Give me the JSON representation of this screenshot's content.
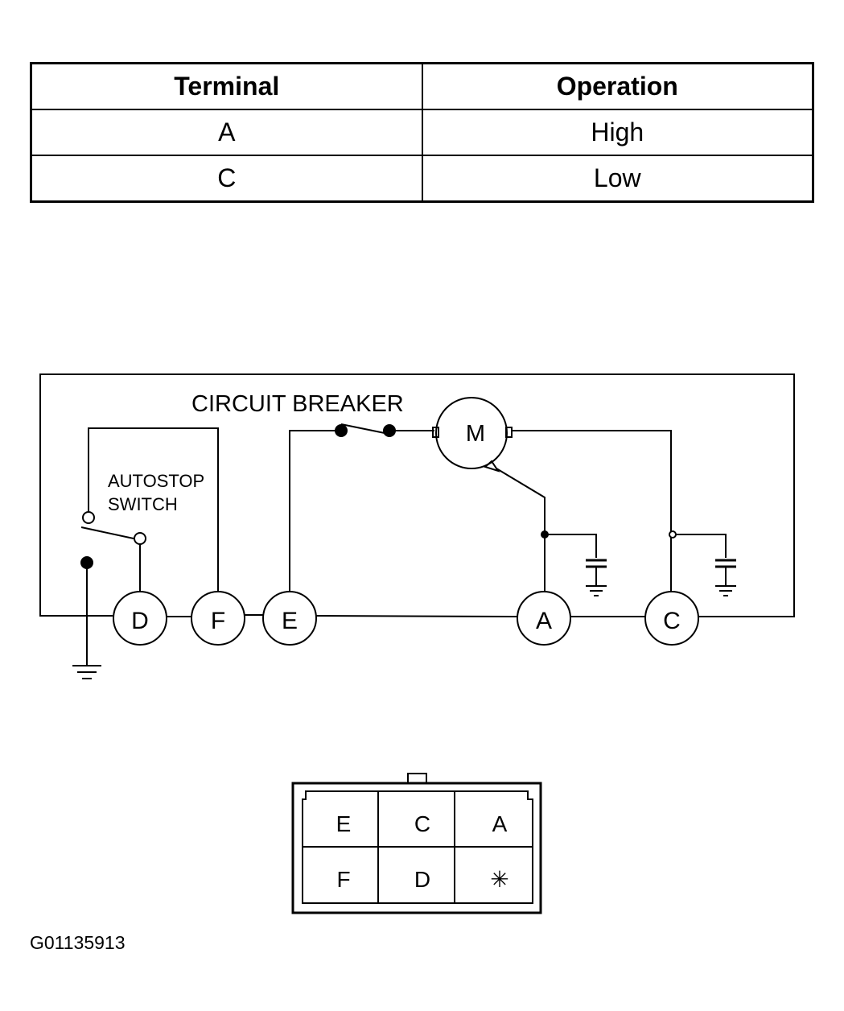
{
  "table": {
    "headers": [
      "Terminal",
      "Operation"
    ],
    "rows": [
      [
        "A",
        "High"
      ],
      [
        "C",
        "Low"
      ]
    ]
  },
  "circuit": {
    "circuit_breaker_label": "CIRCUIT BREAKER",
    "autostop_label_line1": "AUTOSTOP",
    "autostop_label_line2": "SWITCH",
    "motor_label": "M",
    "terminals": [
      "D",
      "F",
      "E",
      "A",
      "C"
    ]
  },
  "connector": {
    "cells": [
      "E",
      "C",
      "A",
      "F",
      "D",
      "✳"
    ]
  },
  "figure_code": "G01135913"
}
